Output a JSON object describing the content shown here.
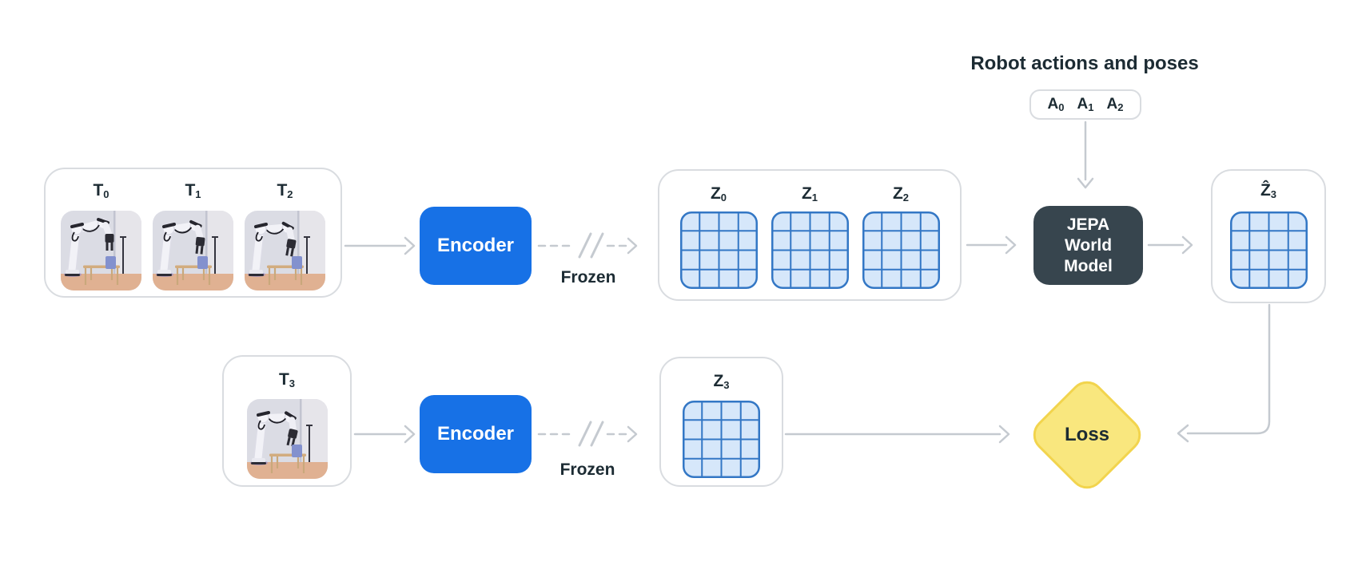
{
  "title": "Robot actions and poses",
  "actions": {
    "items": [
      {
        "base": "A",
        "sub": "0"
      },
      {
        "base": "A",
        "sub": "1"
      },
      {
        "base": "A",
        "sub": "2"
      }
    ]
  },
  "context": {
    "frames": [
      {
        "base": "T",
        "sub": "0"
      },
      {
        "base": "T",
        "sub": "1"
      },
      {
        "base": "T",
        "sub": "2"
      }
    ],
    "encoder_label": "Encoder",
    "frozen_label": "Frozen",
    "latents": [
      {
        "base": "Z",
        "sub": "0"
      },
      {
        "base": "Z",
        "sub": "1"
      },
      {
        "base": "Z",
        "sub": "2"
      }
    ],
    "world_model": {
      "lines": [
        "JEPA",
        "World",
        "Model"
      ]
    },
    "prediction": {
      "base": "Ẑ",
      "sub": "3"
    }
  },
  "target": {
    "frame": {
      "base": "T",
      "sub": "3"
    },
    "encoder_label": "Encoder",
    "frozen_label": "Frozen",
    "latent": {
      "base": "Z",
      "sub": "3"
    },
    "loss_label": "Loss"
  },
  "colors": {
    "encoder_blue": "#1771E6",
    "world_model_dark": "#37454E",
    "loss_fill": "#F9E77E",
    "loss_border": "#F2D44D",
    "grid_fill": "#D6E7FA",
    "grid_line": "#3377C5",
    "line_gray": "#C5CAD0",
    "box_border": "#D9DCE0",
    "text_dark": "#1C2B33"
  }
}
